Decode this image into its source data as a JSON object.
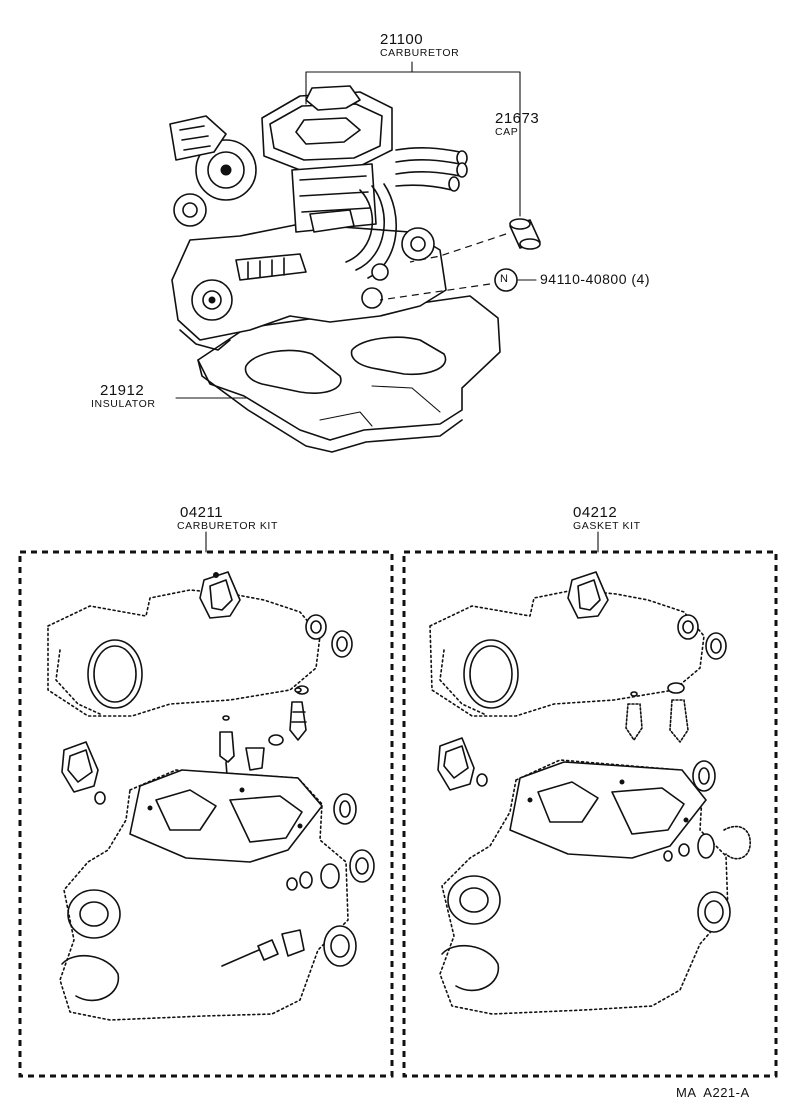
{
  "parts": {
    "carburetor": {
      "number": "21100",
      "name": "CARBURETOR"
    },
    "cap": {
      "number": "21673",
      "name": "CAP"
    },
    "nut": {
      "symbol": "N",
      "part_number": "94110-40800 (4)"
    },
    "insulator": {
      "number": "21912",
      "name": "INSULATOR"
    },
    "carburetor_kit": {
      "number": "04211",
      "name": "CARBURETOR KIT"
    },
    "gasket_kit": {
      "number": "04212",
      "name": "GASKET KIT"
    }
  },
  "diagram_code": "MA  A221-A"
}
